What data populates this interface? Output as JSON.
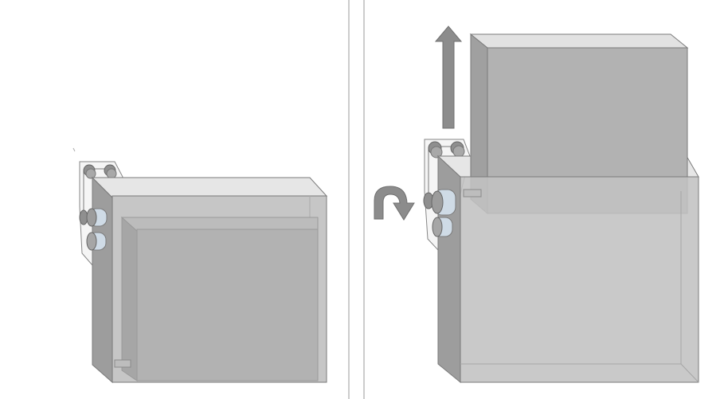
{
  "diagram": {
    "panels": [
      {
        "id": "left",
        "state": "lowered",
        "parts": [
          "outer-tank",
          "inner-block",
          "pulley-assembly",
          "spools"
        ]
      },
      {
        "id": "right",
        "state": "raised",
        "parts": [
          "outer-tank",
          "inner-block",
          "pulley-assembly",
          "spools",
          "lift-arrow",
          "rotation-arrow"
        ]
      }
    ],
    "divider": "double-vertical-line",
    "colors": {
      "background": "#ffffff",
      "tank_front": "#c2c2c2",
      "tank_top": "#e6e6e6",
      "tank_side": "#9d9d9d",
      "block_front": "#b2b2b2",
      "block_side": "#a0a0a0",
      "block_top": "#e2e2e2",
      "pulley": "#8f8f8f",
      "spool": "#cfdbe6",
      "arrow": "#8c8c8c",
      "outline": "#7a7a7a",
      "divider": "#9a9a9a"
    }
  }
}
